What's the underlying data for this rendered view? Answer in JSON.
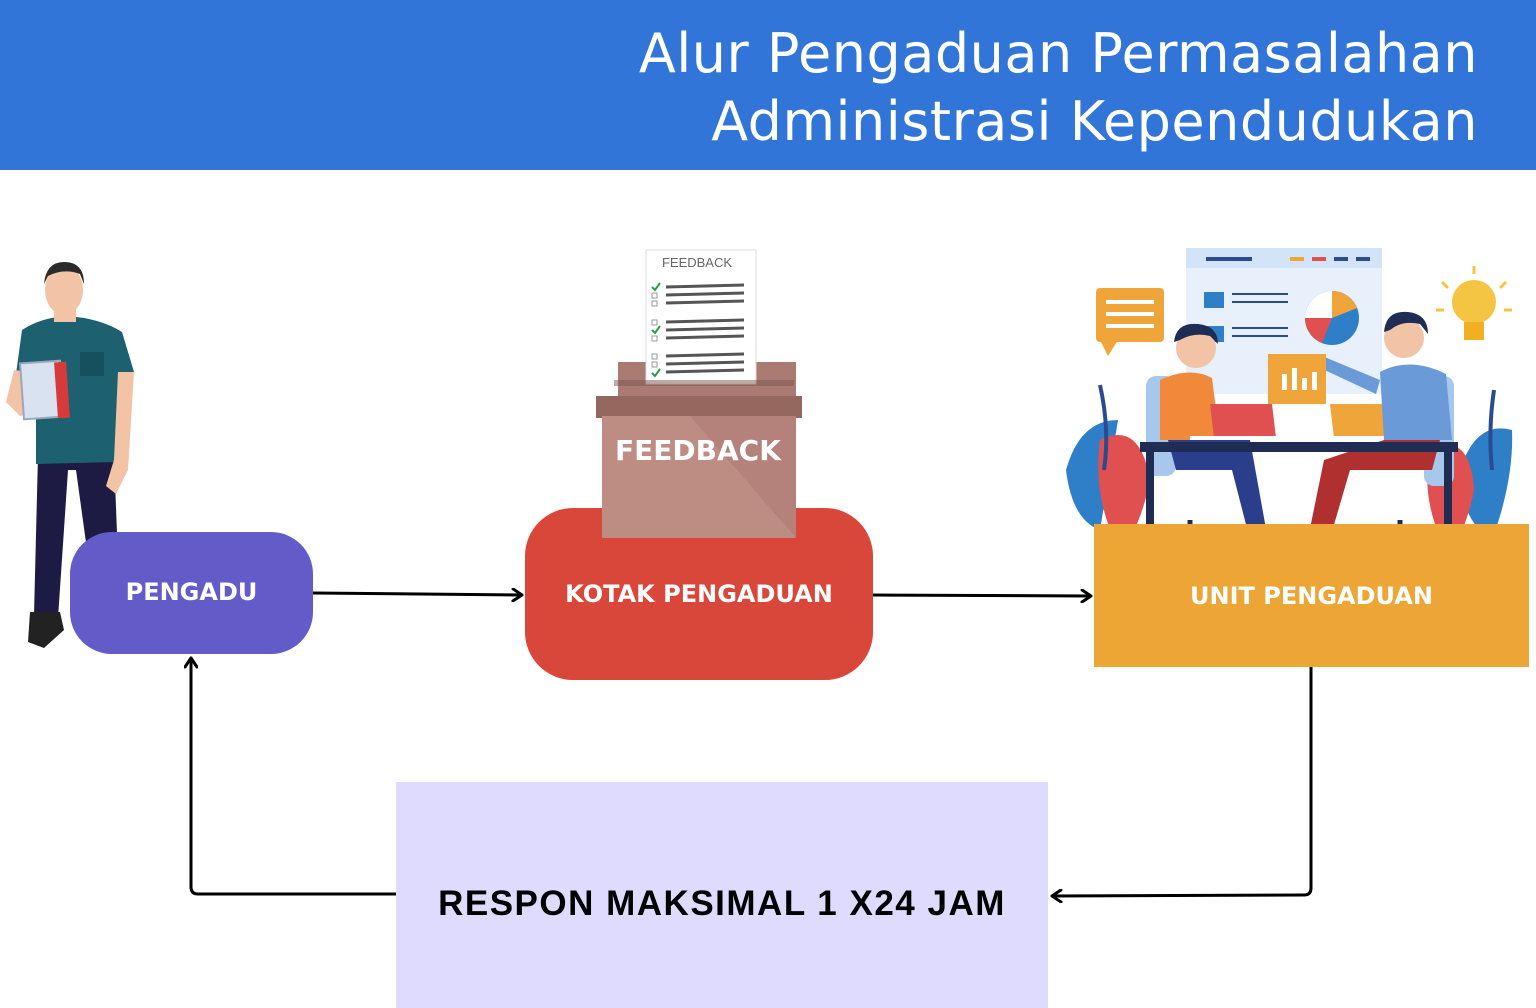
{
  "header": {
    "title_line1": "Alur Pengaduan Permasalahan",
    "title_line2": "Administrasi Kependudukan"
  },
  "nodes": {
    "pengadu": "PENGADU",
    "kotak_pengaduan": "KOTAK PENGADUAN",
    "unit_pengaduan": "UNIT PENGADUAN"
  },
  "feedback_box": {
    "box_label": "FEEDBACK",
    "paper_label": "FEEDBACK"
  },
  "response": {
    "label": "RESPON MAKSIMAL 1 X24 JAM"
  },
  "colors": {
    "header": "#3275d9",
    "pengadu": "#625bc8",
    "kotak": "#d9473a",
    "unit": "#eda535",
    "response_bg": "#dfdbfe"
  }
}
